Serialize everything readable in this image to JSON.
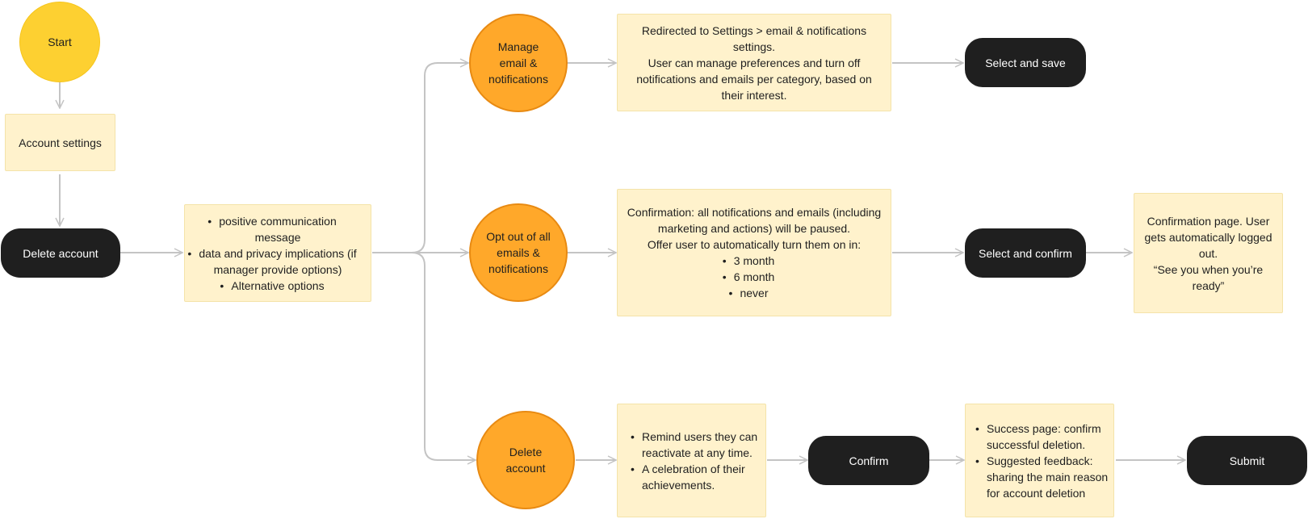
{
  "nodes": {
    "start": "Start",
    "account_settings": "Account settings",
    "delete_account_start": "Delete account",
    "info_box": {
      "items": [
        "positive communication message",
        "data and privacy implications (if manager provide options)",
        "Alternative options"
      ]
    },
    "manage_email": "Manage email & notifications",
    "opt_out": "Opt out of all emails & notifications",
    "delete_account_option": "Delete account",
    "redirect_box": {
      "line1": "Redirected to Settings > email & notifications settings.",
      "line2": "User can manage preferences and turn off notifications and emails per category, based on their interest."
    },
    "confirmation_box": {
      "line1": "Confirmation: all notifications and emails (including marketing and actions) will be paused.",
      "line2": "Offer user to automatically turn them on in:",
      "items": [
        "3 month",
        "6 month",
        "never"
      ]
    },
    "remind_box": {
      "items": [
        "Remind users they can reactivate at any time.",
        "A celebration of their achievements."
      ]
    },
    "select_and_save": "Select and save",
    "select_and_confirm": "Select and confirm",
    "confirmation_page": {
      "line1": "Confirmation page. User gets automatically logged out.",
      "line2": "“See you when you’re ready”"
    },
    "confirm": "Confirm",
    "success_box": {
      "items": [
        "Success page: confirm successful deletion.",
        "Suggested feedback: sharing the main reason for account deletion"
      ]
    },
    "submit": "Submit"
  },
  "colors": {
    "start": "#fdd031",
    "option": "#ffa82a",
    "note": "#fff2cc",
    "action": "#1f1f1f",
    "edge": "#c4c4c4"
  }
}
